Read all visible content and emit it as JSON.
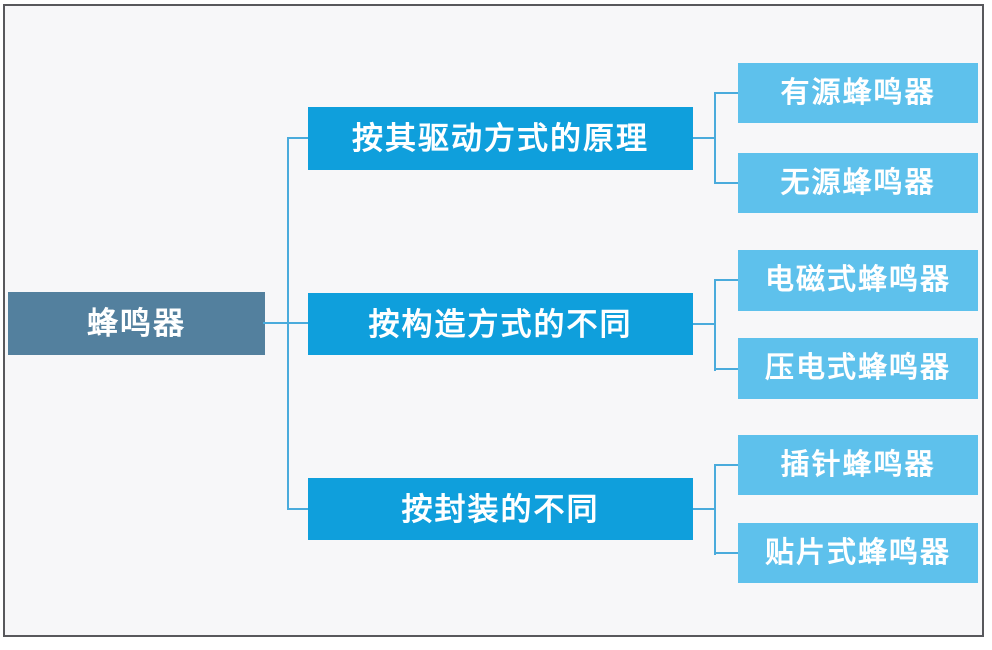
{
  "diagram": {
    "type": "tree",
    "root": {
      "label": "蜂鸣器"
    },
    "branches": [
      {
        "label": "按其驱动方式的原理",
        "children": [
          {
            "label": "有源蜂鸣器"
          },
          {
            "label": "无源蜂鸣器"
          }
        ]
      },
      {
        "label": "按构造方式的不同",
        "children": [
          {
            "label": "电磁式蜂鸣器"
          },
          {
            "label": "压电式蜂鸣器"
          }
        ]
      },
      {
        "label": "按封装的不同",
        "children": [
          {
            "label": "插针蜂鸣器"
          },
          {
            "label": "贴片式蜂鸣器"
          }
        ]
      }
    ],
    "colors": {
      "root_fill": "#53809e",
      "branch_fill": "#0f9fdc",
      "leaf_fill": "#5ec1ec",
      "connector": "#4aabdc",
      "text": "#ffffff",
      "panel_background": "#f7f7f9",
      "frame_border": "#58585c"
    }
  }
}
